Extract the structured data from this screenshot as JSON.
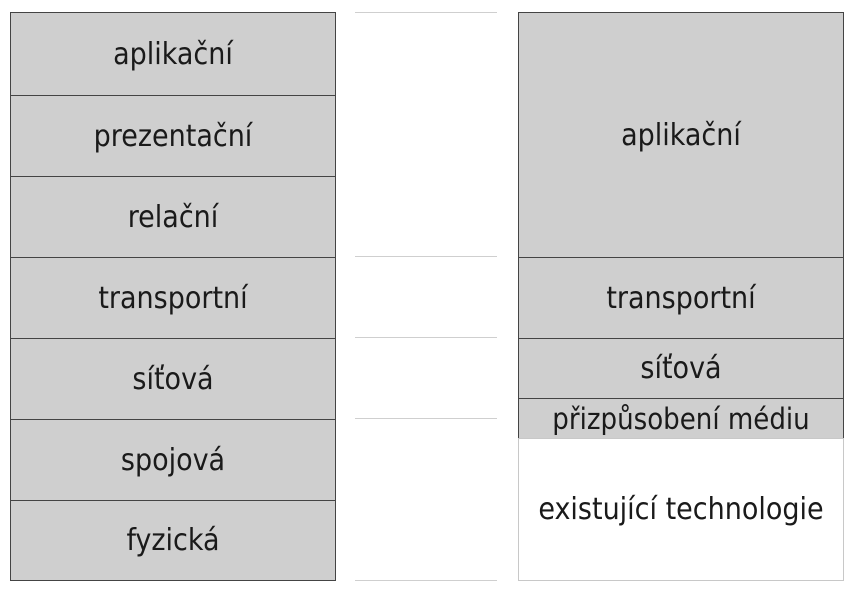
{
  "osi_model": {
    "layers": [
      "aplikační",
      "prezentační",
      "relační",
      "transportní",
      "síťová",
      "spojová",
      "fyzická"
    ]
  },
  "tcpip_model": {
    "layers": [
      "aplikační",
      "transportní",
      "síťová",
      "přizpůsobení médiu",
      "existující technologie"
    ]
  },
  "colors": {
    "layer_fill": "#cfcfcf",
    "layer_border": "#444444",
    "separator": "#cfcfcf",
    "text": "#1a1a1a"
  }
}
